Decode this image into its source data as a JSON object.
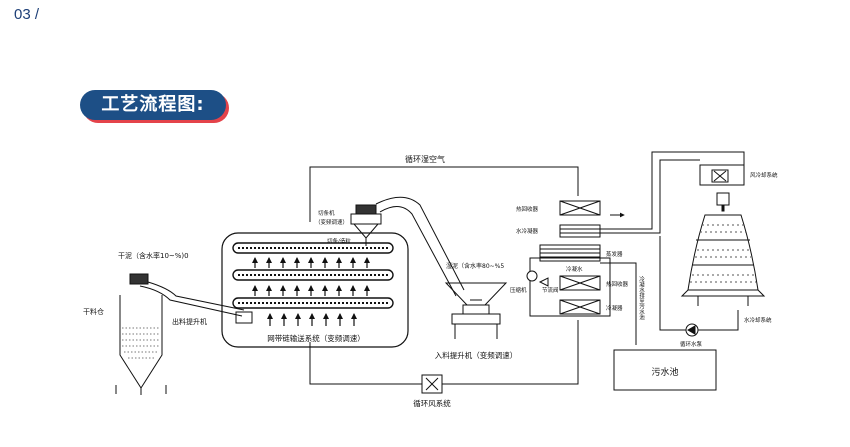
{
  "page": {
    "number": "03 /",
    "title": "工艺流程图:"
  },
  "colors": {
    "accent": "#1d4f86",
    "shadow": "#e4434a",
    "line": "#111111"
  },
  "labels": {
    "recirc_air": "循环湿空气",
    "dry_sludge": "干泥（含水率10~%)0",
    "dry_bin": "干料仓",
    "out_lift": "出料提升机",
    "belt": "网带链输送系统（变频调速）",
    "cutter": "切条机",
    "cutter_sub": "（变频调速）",
    "cut_label": "切条/造粒",
    "wet_sludge": "湿泥（含水率80~%5",
    "in_lift": "入料提升机（变频调速）",
    "recirc_fan": "循环风系统",
    "heat_recovery": "热回收器",
    "water_cooler": "水冷凝器",
    "evaporator": "蒸发器",
    "compressor": "压缩机",
    "throttle": "节流阀",
    "condensate": "冷凝水",
    "heat_recovery2": "热回收器",
    "condenser": "冷凝器",
    "air_cooling": "风冷却系统",
    "cond_drain": "冷凝水排至污水池",
    "water_cooling": "水冷却系统",
    "pump": "循环水泵",
    "sewage": "污水池"
  }
}
